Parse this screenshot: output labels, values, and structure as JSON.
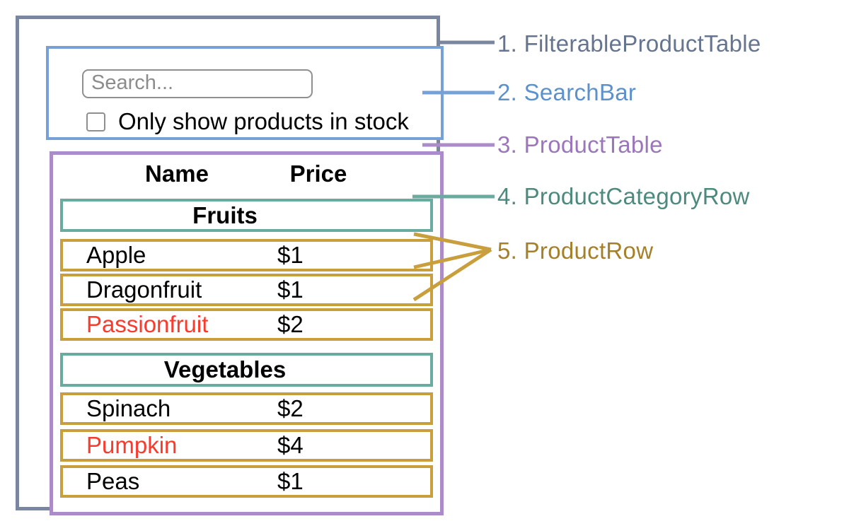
{
  "colors": {
    "filterable_product_table_border": "#7A86A0",
    "filterable_product_table_label": "#65748F",
    "search_bar_border": "#75A1D7",
    "search_bar_label": "#5C91CC",
    "product_table_border": "#AB8BC8",
    "product_table_label": "#9B76BB",
    "product_category_row_border": "#69AB9F",
    "product_category_row_label": "#4E897D",
    "product_row_border": "#C99F3E",
    "product_row_label": "#A5802B",
    "out_of_stock_text": "#F93A2D",
    "normal_text": "#000000"
  },
  "search_bar": {
    "placeholder": "Search...",
    "checkbox_label": "Only show products in stock",
    "checkbox_checked": false
  },
  "table": {
    "headers": {
      "name": "Name",
      "price": "Price"
    },
    "rows": [
      {
        "type": "category",
        "label": "Fruits"
      },
      {
        "type": "product",
        "name": "Apple",
        "price": "$1",
        "stocked": true
      },
      {
        "type": "product",
        "name": "Dragonfruit",
        "price": "$1",
        "stocked": true
      },
      {
        "type": "product",
        "name": "Passionfruit",
        "price": "$2",
        "stocked": false
      },
      {
        "type": "category",
        "label": "Vegetables"
      },
      {
        "type": "product",
        "name": "Spinach",
        "price": "$2",
        "stocked": true
      },
      {
        "type": "product",
        "name": "Pumpkin",
        "price": "$4",
        "stocked": false
      },
      {
        "type": "product",
        "name": "Peas",
        "price": "$1",
        "stocked": true
      }
    ]
  },
  "legend": [
    {
      "label": "1. FilterableProductTable",
      "color": "#65748F"
    },
    {
      "label": "2. SearchBar",
      "color": "#5C91CC"
    },
    {
      "label": "3. ProductTable",
      "color": "#9B76BB"
    },
    {
      "label": "4. ProductCategoryRow",
      "color": "#4E897D"
    },
    {
      "label": "5. ProductRow",
      "color": "#A5802B"
    }
  ]
}
